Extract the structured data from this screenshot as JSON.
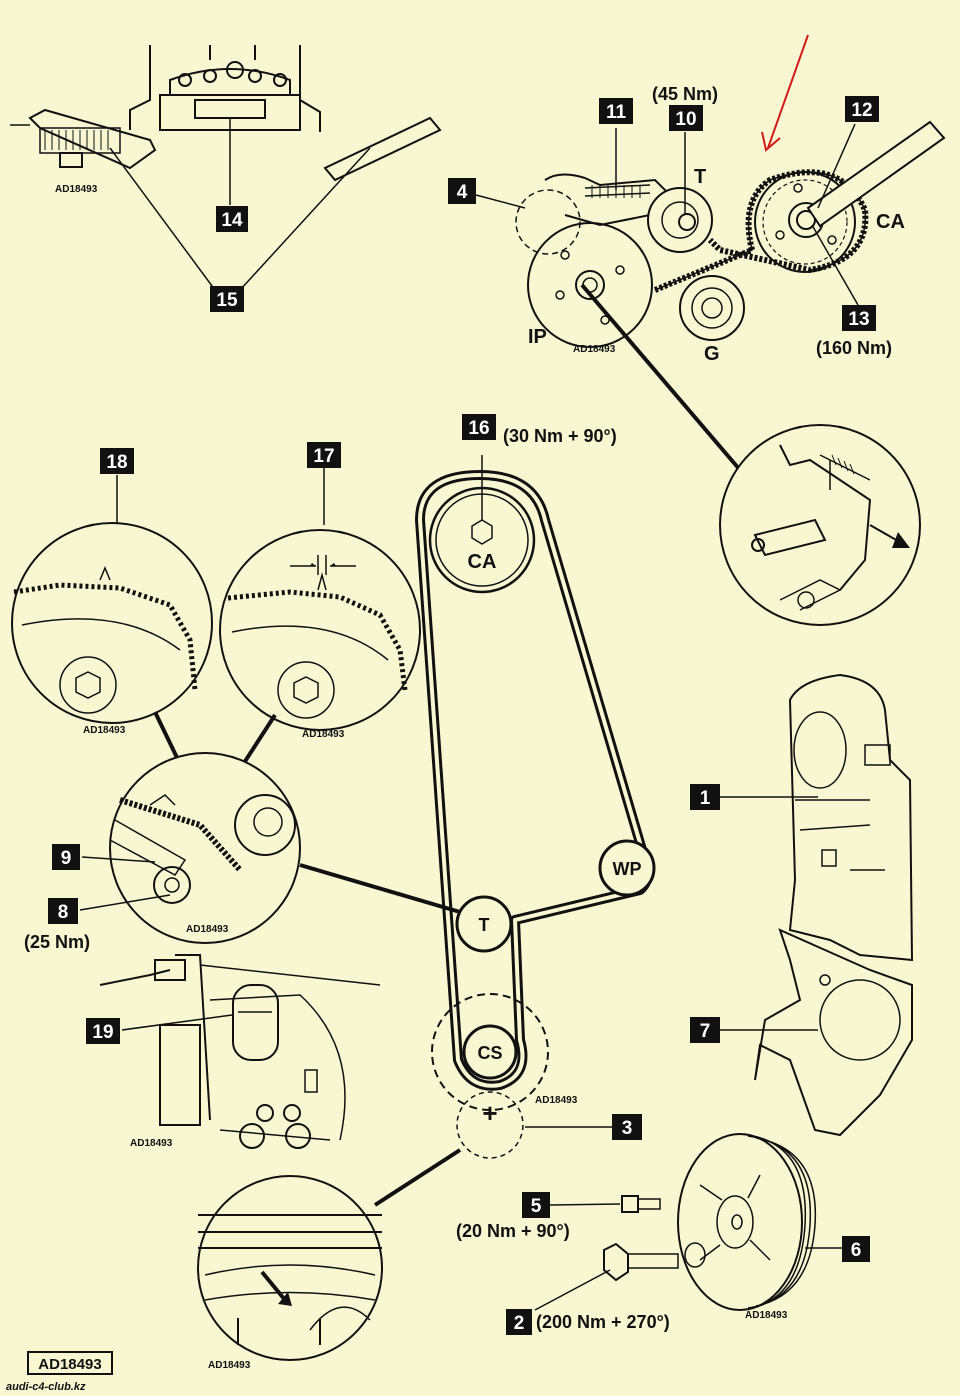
{
  "title_code": "AD18493",
  "watermark": "audi-c4-club.kz",
  "ref_code": "AD18493",
  "callouts": {
    "c1": "1",
    "c2": "2",
    "c3": "3",
    "c4": "4",
    "c5": "5",
    "c6": "6",
    "c7": "7",
    "c8": "8",
    "c9": "9",
    "c10": "10",
    "c11": "11",
    "c12": "12",
    "c13": "13",
    "c14": "14",
    "c15": "15",
    "c16": "16",
    "c17": "17",
    "c18": "18",
    "c19": "19"
  },
  "torques": {
    "t10": "(45 Nm)",
    "t13": "(160 Nm)",
    "t16": "(30 Nm + 90°)",
    "t8": "(25 Nm)",
    "t5": "(20 Nm + 90°)",
    "t2": "(200 Nm + 270°)"
  },
  "pulleys": {
    "ca": "CA",
    "wp": "WP",
    "t": "T",
    "cs": "CS",
    "ip": "IP",
    "g": "G",
    "plus": "+"
  },
  "colors": {
    "background": "#f8f7d2",
    "ink": "#111111",
    "arrow": "#d11a1a"
  }
}
